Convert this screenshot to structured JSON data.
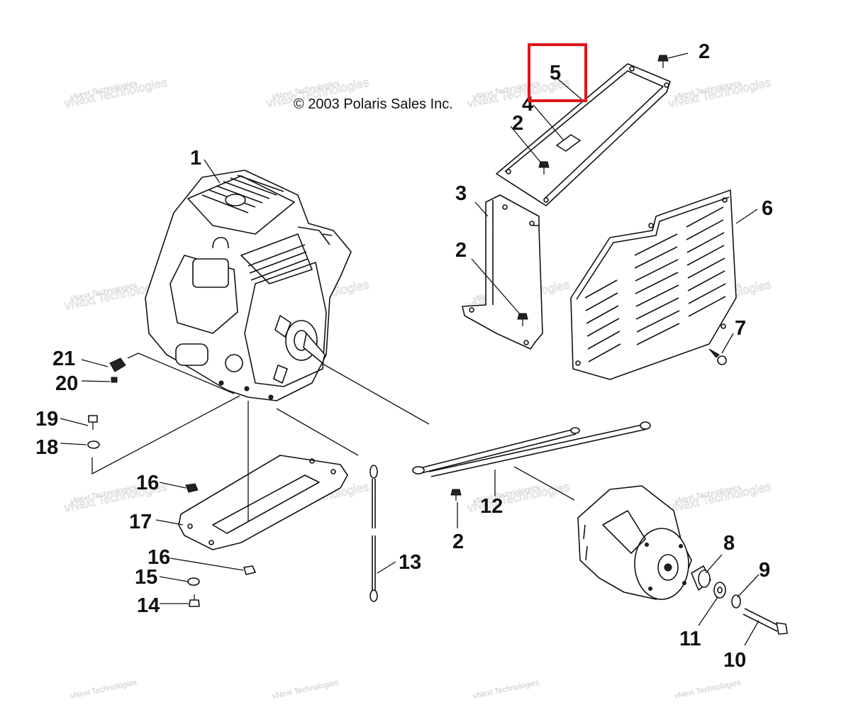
{
  "copyright": "© 2003 Polaris Sales Inc.",
  "watermark": {
    "line1": "vNext Technologies",
    "line2": "vNext Technologies"
  },
  "highlight_color": "#e0161b",
  "callouts": {
    "c1": "1",
    "c2a": "2",
    "c2b": "2",
    "c2c": "2",
    "c2d": "2",
    "c3": "3",
    "c4": "4",
    "c5": "5",
    "c6": "6",
    "c7": "7",
    "c8": "8",
    "c9": "9",
    "c10": "10",
    "c11": "11",
    "c12": "12",
    "c13": "13",
    "c14": "14",
    "c15": "15",
    "c16a": "16",
    "c16b": "16",
    "c17": "17",
    "c18": "18",
    "c19": "19",
    "c20": "20",
    "c21": "21"
  }
}
